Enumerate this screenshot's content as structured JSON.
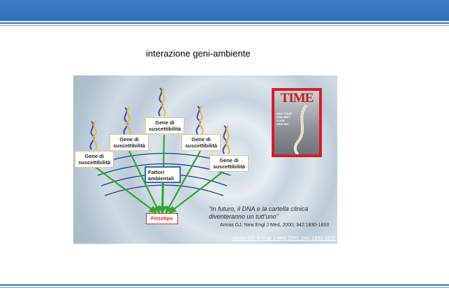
{
  "title": "interazione geni-ambiente",
  "diagram": {
    "gene_label": "Gene di suscettibilità",
    "env_label": "Fattori ambientali",
    "phenotype_label": "Fenotipo",
    "quote": "“In futuro, il DNA e la cartella clinica diventeranno un tutt’uno”",
    "quote_ref": "Annas GJ, New Engl J Med, 2000; 342:1830-1833",
    "link": "Annas GJ. N Engl J Med 2000; 342: 1830-1833.",
    "magazine_logo": "TIME",
    "magazine_cover_text": "WHY YOUR DNA ISN'T YOUR DESTINY"
  },
  "colors": {
    "header_blue": "#2f6fb7",
    "arrow_green": "#2fa62f",
    "arc_blue": "#1c3f8c",
    "phenotype_red": "#d9342b"
  }
}
